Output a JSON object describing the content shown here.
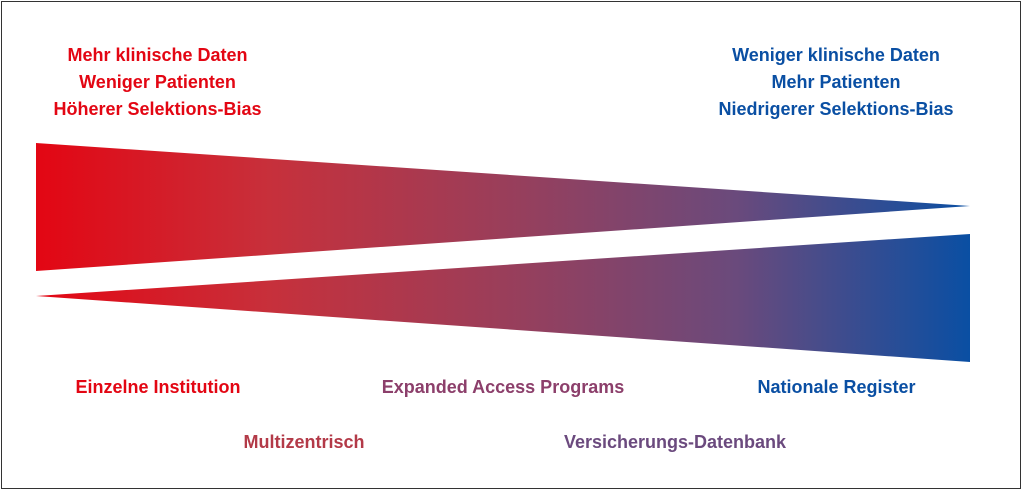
{
  "colors": {
    "red": "#e30613",
    "blue": "#004fa3",
    "mid_red": "#b33a48",
    "mid_purple": "#8c3f6b",
    "mid_indigo": "#6b4a7e",
    "frame": "#333333"
  },
  "top_left": {
    "lines": [
      "Mehr klinische Daten",
      "Weniger Patienten",
      "Höherer Selektions-Bias"
    ]
  },
  "top_right": {
    "lines": [
      "Weniger klinische Daten",
      "Mehr Patienten",
      "Niedrigerer Selektions-Bias"
    ]
  },
  "bottom_labels": {
    "einzelne": "Einzelne Institution",
    "expanded": "Expanded Access Programs",
    "nationale": "Nationale Register",
    "multizentrisch": "Multizentrisch",
    "versicherung": "Versicherungs-Datenbank"
  }
}
